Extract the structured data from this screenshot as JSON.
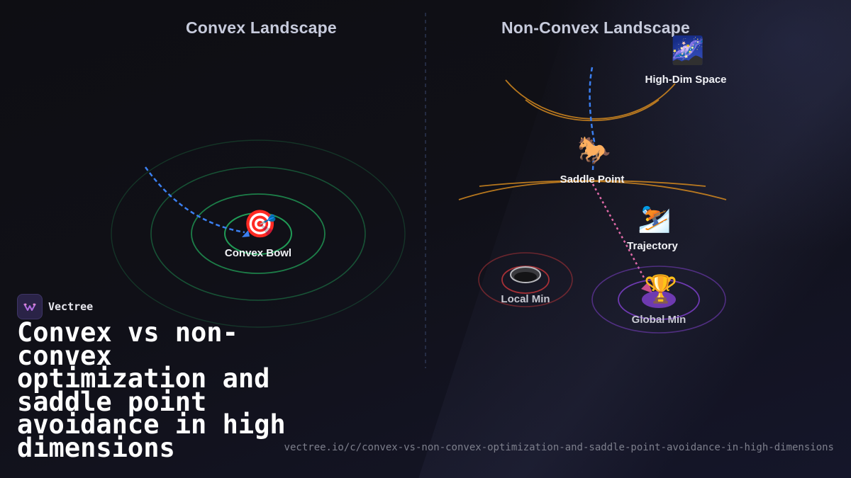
{
  "panels": {
    "convex_title": "Convex Landscape",
    "nonconvex_title": "Non-Convex Landscape"
  },
  "nodes": {
    "convex_bowl": {
      "emoji": "🎯",
      "label": "Convex Bowl"
    },
    "high_dim": {
      "emoji": "🌌",
      "label": "High-Dim Space"
    },
    "saddle": {
      "emoji": "🐎",
      "label": "Saddle Point"
    },
    "trajectory": {
      "emoji": "⛷️",
      "label": "Trajectory"
    },
    "local_min": {
      "label": "Local Min"
    },
    "global_min": {
      "emoji": "🏆",
      "label": "Global Min"
    }
  },
  "brand": {
    "name": "Vectree"
  },
  "headline": "Convex vs non-convex optimization and saddle point avoidance in high dimensions",
  "url": "vectree.io/c/convex-vs-non-convex-optimization-and-saddle-point-avoidance-in-high-dimensions",
  "colors": {
    "contour_green": "#22a35a",
    "path_blue": "#3b7ff0",
    "path_pink": "#e06aa8",
    "saddle_orange": "#d4891f",
    "local_red": "#c0353a",
    "global_purple": "#7d3fc8"
  }
}
